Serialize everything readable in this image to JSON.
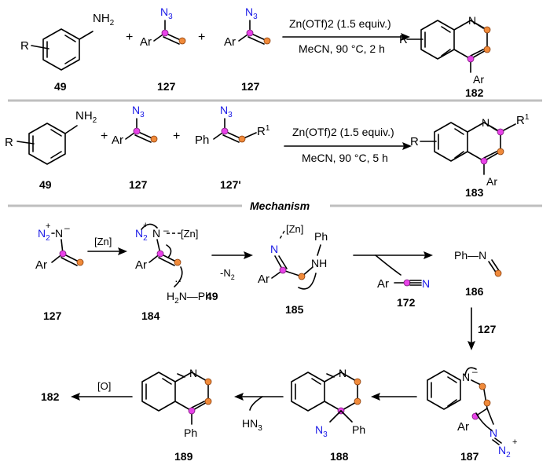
{
  "scheme1": {
    "reagent_aniline_num": "49",
    "reagent_azide_num": "127",
    "reagent_azide2_num": "127",
    "product_num": "182",
    "conditions_top": "Zn(OTf)2 (1.5 equiv.)",
    "conditions_bottom": "MeCN, 90 °C, 2 h",
    "plus": "+"
  },
  "scheme2": {
    "reagent_aniline_num": "49",
    "reagent_azide_num": "127",
    "reagent_vinyl_azide_num": "127'",
    "product_num": "183",
    "conditions_top": "Zn(OTf)2 (1.5 equiv.)",
    "conditions_bottom": "MeCN, 90 °C, 5 h",
    "plus": "+"
  },
  "mechanism": {
    "title": "Mechanism",
    "step1_reagent": "[Zn]",
    "step2_reagents": "-N2",
    "step2_amine": "49",
    "step3_byproduct_num": "172",
    "step4_reagent": "127",
    "step5_reagent": "HN3",
    "step6_reagent": "[O]",
    "compounds": {
      "c127": "127",
      "c184": "184",
      "c185": "185",
      "c186": "186",
      "c187": "187",
      "c188": "188",
      "c189": "189",
      "c182": "182"
    }
  },
  "atom_labels": {
    "NH2": "NH2",
    "N3": "N3",
    "Ar": "Ar",
    "R": "R",
    "N": "N",
    "Ph": "Ph",
    "R1": "R1",
    "Zn": "[Zn]",
    "H2N_Ph": "H2N—Ph",
    "NH": "NH",
    "Ph_N": "Ph—N"
  },
  "colors": {
    "azide_blue": "#1a1ae6",
    "carbon_pink": "#e843e8",
    "carbon_orange": "#f08a3a",
    "separator": "#bfbfbf"
  }
}
